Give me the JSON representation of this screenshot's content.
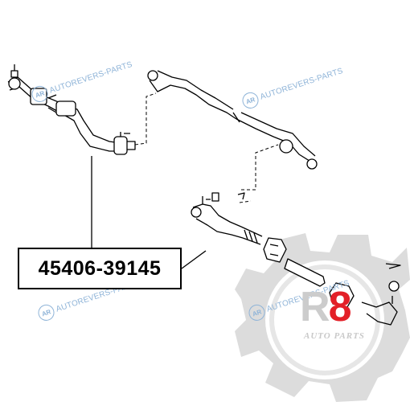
{
  "part": {
    "number": "45406-39145"
  },
  "watermarks": [
    {
      "logo": "AR",
      "text": "AUTOREVERS-PARTS"
    },
    {
      "logo": "AR",
      "text": "AUTOREVERS-PARTS"
    },
    {
      "logo": "AR",
      "text": "AUTOREVERS-PARTS"
    },
    {
      "logo": "AR",
      "text": "AUTOREVERS-PARTS"
    }
  ],
  "brand": {
    "r": "R",
    "eight": "8",
    "sub": "AUTO PARTS"
  },
  "colors": {
    "line": "#000000",
    "watermark": "#8fb4d8",
    "gear": "#cfcfcf",
    "r8_red": "#e32028",
    "r8_grey": "#cccccc"
  }
}
